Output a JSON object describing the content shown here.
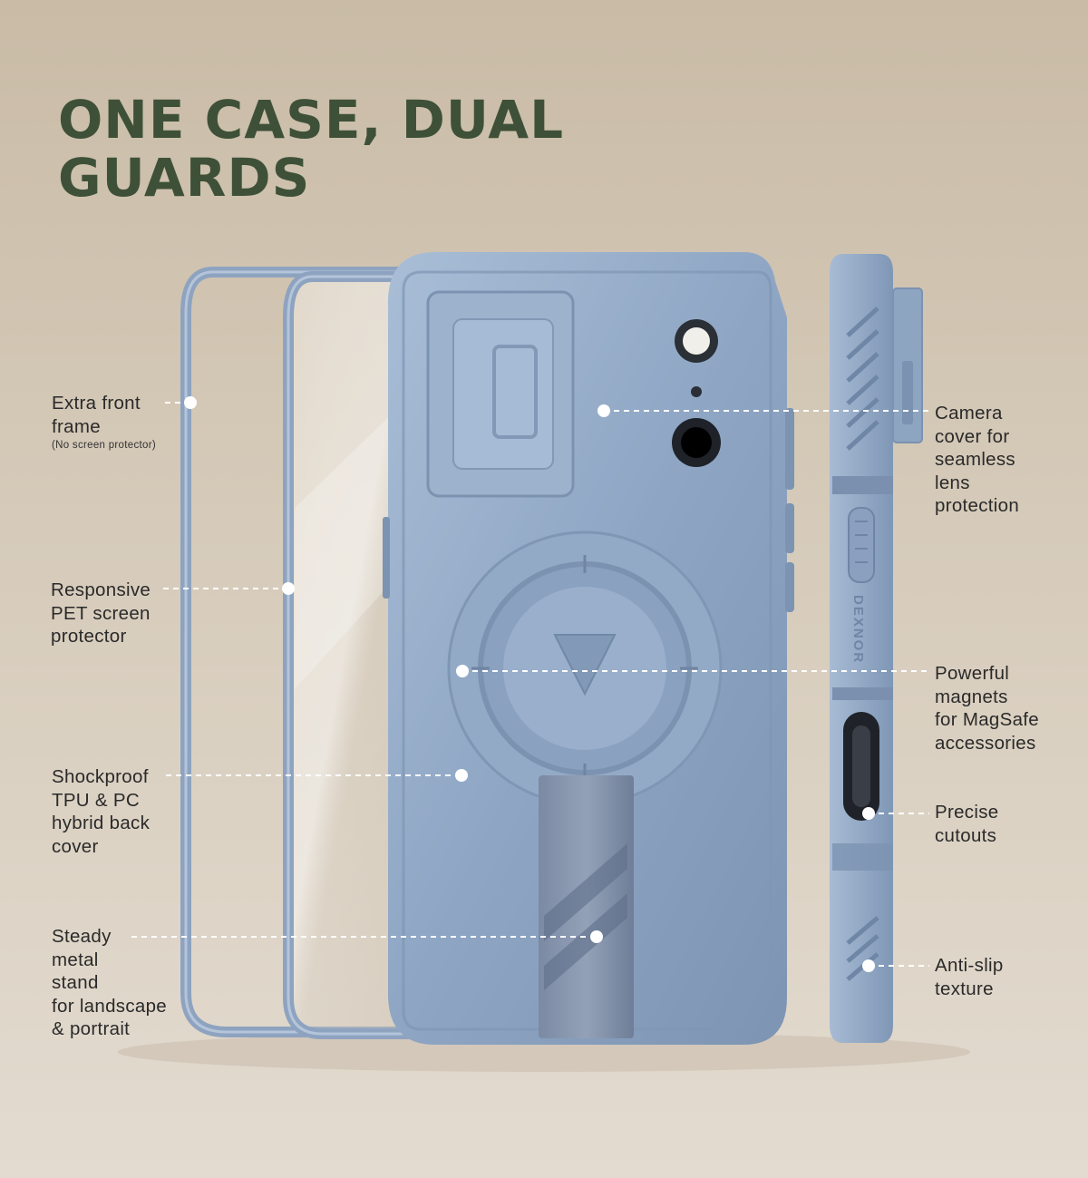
{
  "headline": {
    "line1": "ONE CASE, DUAL",
    "line2": "GUARDS"
  },
  "brand_mark": "DEXNOR",
  "colors": {
    "headline": "#3e5138",
    "case_blue": "#8fa7c5",
    "background": "#d6cbba",
    "label_text": "#2a2a2a"
  },
  "callouts_left": [
    {
      "lines": [
        "Extra front",
        "frame"
      ],
      "note": "(No screen protector)"
    },
    {
      "lines": [
        "Responsive",
        "PET screen",
        "protector"
      ]
    },
    {
      "lines": [
        "Shockproof",
        "TPU & PC",
        "hybrid back",
        "cover"
      ]
    },
    {
      "lines": [
        "Steady",
        "metal",
        "stand",
        "for landscape",
        "& portrait"
      ]
    }
  ],
  "callouts_right": [
    {
      "lines": [
        "Camera",
        "cover for",
        "seamless",
        "lens",
        "protection"
      ]
    },
    {
      "lines": [
        "Powerful",
        "magnets",
        "for MagSafe",
        "accessories"
      ]
    },
    {
      "lines": [
        "Precise",
        "cutouts"
      ]
    },
    {
      "lines": [
        "Anti-slip",
        "texture"
      ]
    }
  ]
}
